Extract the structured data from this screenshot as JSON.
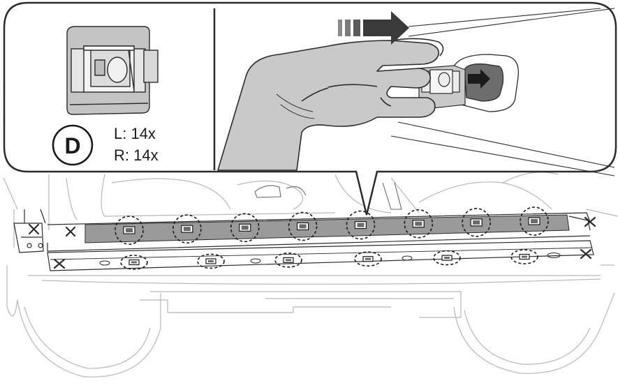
{
  "callout": {
    "badge_letter": "D",
    "left_count": "L: 14x",
    "right_count": "R: 14x"
  },
  "colors": {
    "line": "#2b2b2b",
    "faint_line": "#b8b8b8",
    "strip_fill": "#9a9a9a",
    "glove_fill": "#c9c9c9",
    "arrow_dark": "#3a3a3a",
    "arrow_light": "#8a8a8a"
  },
  "icons": {
    "clip": "trim-clip-icon",
    "hand": "gloved-hand-icon",
    "direction_arrow": "pull-direction-arrow-icon",
    "removal_mark": "x-mark-icon",
    "clip_location": "dashed-circle-marker-icon"
  },
  "upper_clip_count": 8,
  "lower_clip_count": 6
}
